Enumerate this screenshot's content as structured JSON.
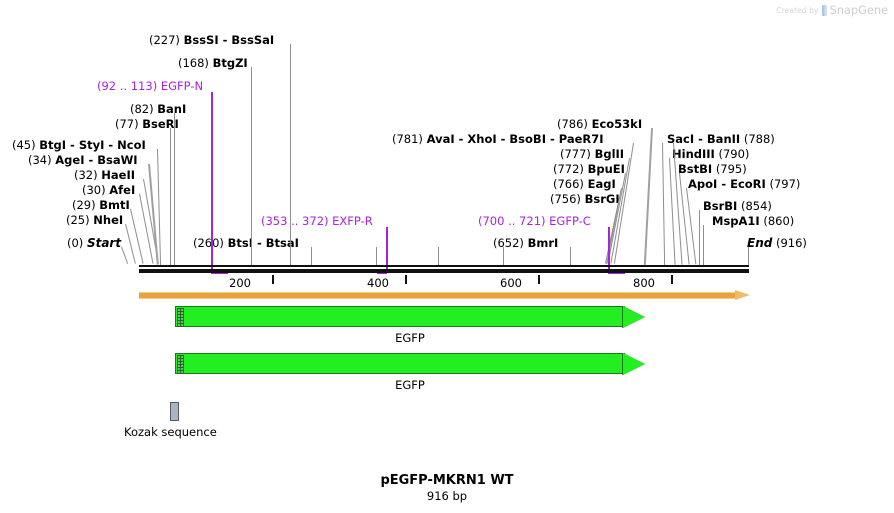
{
  "watermark": {
    "created_by": "Created by",
    "brand": "SnapGene",
    "flag_icon": "snapgene-flag-icon"
  },
  "plasmid": {
    "name": "pEGFP-MKRN1 WT",
    "size": "916 bp",
    "length_bp": 916
  },
  "sequence_ruler": {
    "ticks": [
      {
        "label": "200",
        "value": 200
      },
      {
        "label": "400",
        "value": 400
      },
      {
        "label": "600",
        "value": 600
      },
      {
        "label": "800",
        "value": 800
      }
    ]
  },
  "site_labels": [
    {
      "id": "start",
      "pos": "(0)",
      "name": "Start",
      "style": "italic",
      "side": "left"
    },
    {
      "id": "nhei",
      "pos": "(25)",
      "name": "NheI",
      "style": "bold",
      "side": "left"
    },
    {
      "id": "bmti",
      "pos": "(29)",
      "name": "BmtI",
      "style": "bold",
      "side": "left"
    },
    {
      "id": "afei",
      "pos": "(30)",
      "name": "AfeI",
      "style": "bold",
      "side": "left"
    },
    {
      "id": "haeii",
      "pos": "(32)",
      "name": "HaeII",
      "style": "bold",
      "side": "left"
    },
    {
      "id": "agei",
      "pos": "(34)",
      "name": "AgeI  -  BsaWI",
      "style": "bold",
      "side": "left"
    },
    {
      "id": "btgi",
      "pos": "(45)",
      "name": "BtgI  -  StyI  -  NcoI",
      "style": "bold",
      "side": "left"
    },
    {
      "id": "bseri",
      "pos": "(77)",
      "name": "BseRI",
      "style": "bold",
      "side": "left"
    },
    {
      "id": "bani",
      "pos": "(82)",
      "name": "BanI",
      "style": "bold",
      "side": "left"
    },
    {
      "id": "btgzi",
      "pos": "(168)",
      "name": "BtgZI",
      "style": "bold",
      "side": "left"
    },
    {
      "id": "bsssi",
      "pos": "(227)",
      "name": "BssSI  -  BssSaI",
      "style": "bold",
      "side": "left"
    },
    {
      "id": "btsi",
      "pos": "(260)",
      "name": "BtsI  -  BtsaI",
      "style": "bold",
      "side": "left"
    },
    {
      "id": "bmri",
      "pos": "(652)",
      "name": "BmrI",
      "style": "bold",
      "side": "left"
    },
    {
      "id": "bsrgi",
      "pos": "(756)",
      "name": "BsrGI",
      "style": "bold",
      "side": "left"
    },
    {
      "id": "eagi",
      "pos": "(766)",
      "name": "EagI",
      "style": "bold",
      "side": "left"
    },
    {
      "id": "bpuei",
      "pos": "(772)",
      "name": "BpuEI",
      "style": "bold",
      "side": "left"
    },
    {
      "id": "bglii",
      "pos": "(777)",
      "name": "BglII",
      "style": "bold",
      "side": "left"
    },
    {
      "id": "avai",
      "pos": "(781)",
      "name": "AvaI  -  XhoI  -  BsoBI  -  PaeR7I",
      "style": "bold",
      "side": "left"
    },
    {
      "id": "eco53ki",
      "pos": "(786)",
      "name": "Eco53kI",
      "style": "bold",
      "side": "left"
    },
    {
      "id": "saci",
      "pos": "(788)",
      "name": "SacI  -  BanII",
      "style": "bold",
      "side": "right"
    },
    {
      "id": "hindiii",
      "pos": "(790)",
      "name": "HindIII",
      "style": "bold",
      "side": "right"
    },
    {
      "id": "bstbi",
      "pos": "(795)",
      "name": "BstBI",
      "style": "bold",
      "side": "right"
    },
    {
      "id": "apoi",
      "pos": "(797)",
      "name": "ApoI  -  EcoRI",
      "style": "bold",
      "side": "right"
    },
    {
      "id": "bsrbi",
      "pos": "(854)",
      "name": "BsrBI",
      "style": "bold",
      "side": "right"
    },
    {
      "id": "mspa1i",
      "pos": "(860)",
      "name": "MspA1I",
      "style": "bold",
      "side": "right"
    },
    {
      "id": "end",
      "pos": "(916)",
      "name": "End",
      "style": "italic",
      "side": "right"
    }
  ],
  "primers": [
    {
      "id": "egfp-n",
      "range": "(92 .. 113)",
      "name": "EGFP-N",
      "color": "#aa22dd"
    },
    {
      "id": "exfp-r",
      "range": "(353 .. 372)",
      "name": "EXFP-R",
      "color": "#aa22dd"
    },
    {
      "id": "egfp-c",
      "range": "(700 .. 721)",
      "name": "EGFP-C",
      "color": "#aa22dd"
    }
  ],
  "features": [
    {
      "id": "egfp-1",
      "label": "EGFP",
      "color": "#22ee22"
    },
    {
      "id": "egfp-2",
      "label": "EGFP",
      "color": "#22ee22"
    }
  ],
  "kozak": {
    "label": "Kozak sequence",
    "color": "#aab4c4"
  },
  "backbone": {
    "color": "#e8a33d"
  },
  "colors": {
    "primer": "#aa22dd",
    "feature": "#22ee22",
    "backbone": "#e8a33d",
    "sequence": "#111111"
  }
}
